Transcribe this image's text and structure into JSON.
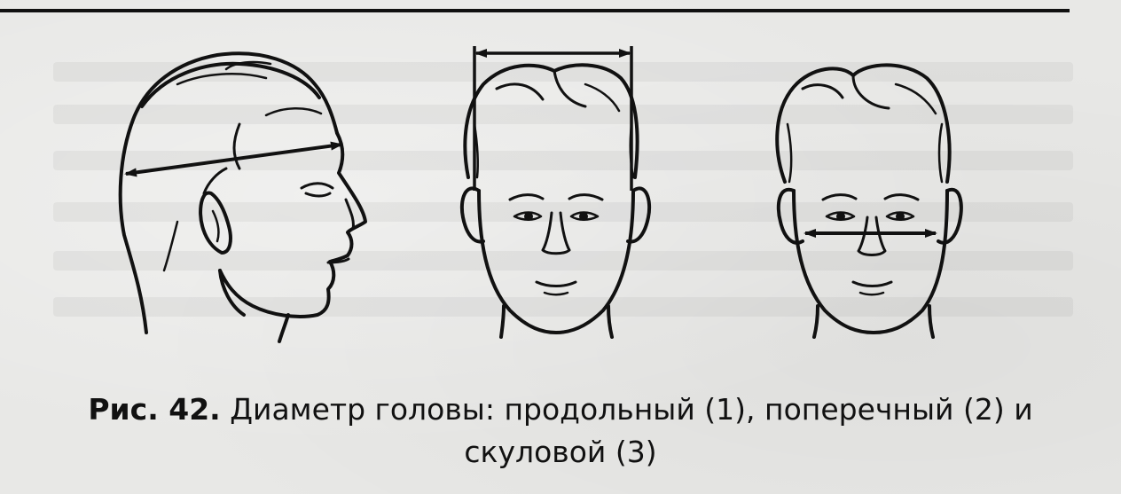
{
  "caption": {
    "label": "Рис. 42.",
    "line1": "Диаметр головы: продольный (1), поперечный (2) и",
    "line2": "скуловой (3)"
  },
  "figures": [
    {
      "name": "head-profile-longitudinal-diameter"
    },
    {
      "name": "head-front-transverse-diameter"
    },
    {
      "name": "head-front-zygomatic-diameter"
    }
  ],
  "colors": {
    "ink": "#111111",
    "paper": "#e8e8e6"
  }
}
